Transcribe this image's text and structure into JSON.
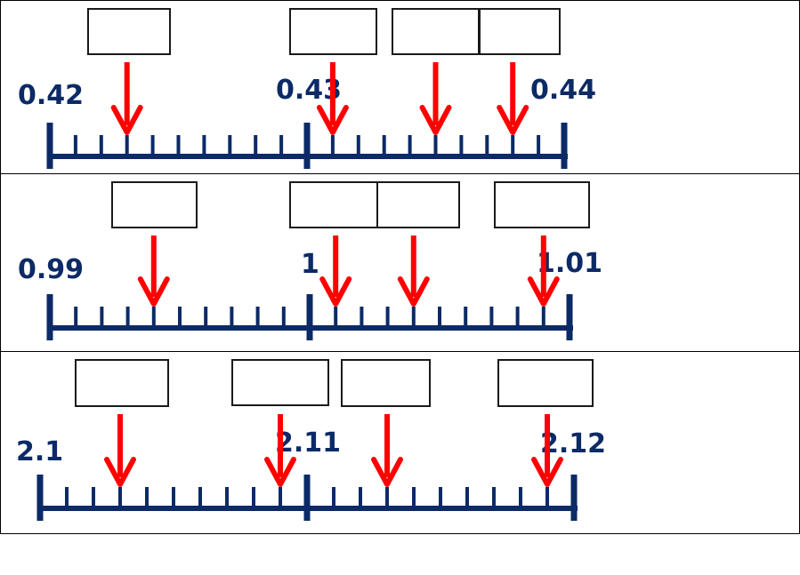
{
  "colors": {
    "line": "#0b2a66",
    "arrow": "#ff0000",
    "border": "#000000",
    "box_border": "#1a1a1a"
  },
  "number_lines": [
    {
      "start_label": "0.42",
      "mid_label": "0.43",
      "end_label": "0.44",
      "ticks_per_unit": 10,
      "arrow_positions": [
        3,
        11,
        15,
        18
      ],
      "answer_boxes": 4
    },
    {
      "start_label": "0.99",
      "mid_label": "1",
      "end_label": "1.01",
      "ticks_per_unit": 10,
      "arrow_positions": [
        4,
        11,
        14,
        19
      ],
      "answer_boxes": 4
    },
    {
      "start_label": "2.1",
      "mid_label": "2.11",
      "end_label": "2.12",
      "ticks_per_unit": 10,
      "arrow_positions": [
        3,
        9,
        13,
        19
      ],
      "answer_boxes": 4
    }
  ]
}
